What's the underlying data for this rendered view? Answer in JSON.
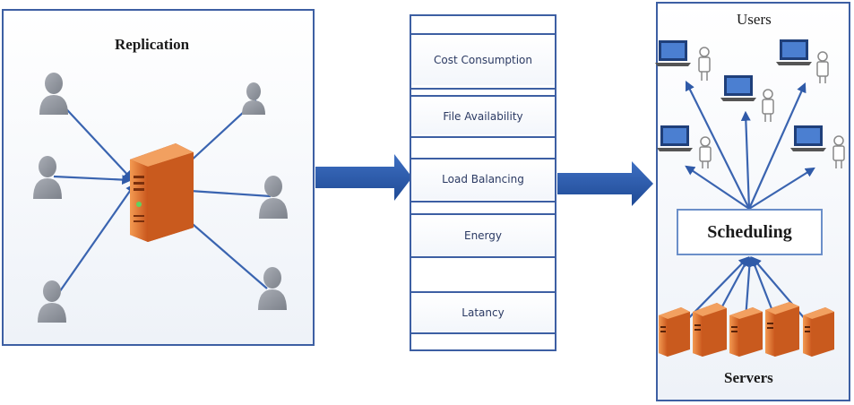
{
  "replication_panel": {
    "title": "Replication"
  },
  "features": [
    "Cost Consumption",
    "File Availability",
    "Load Balancing",
    "Energy",
    "Latancy"
  ],
  "right_panel": {
    "users_title": "Users",
    "scheduling_label": "Scheduling",
    "servers_title": "Servers"
  },
  "colors": {
    "frame": "#3d5fa3",
    "arrow": "#2f5aa8",
    "server": "#e8762e",
    "person": "#8b8f97"
  }
}
